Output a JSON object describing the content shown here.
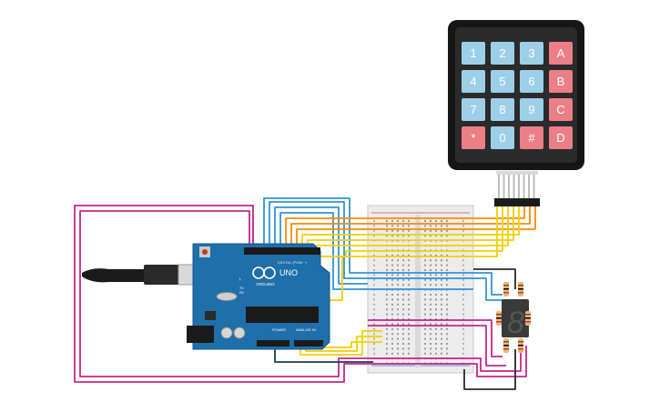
{
  "keypad": {
    "keys": [
      [
        "1",
        "2",
        "3",
        "A"
      ],
      [
        "4",
        "5",
        "6",
        "B"
      ],
      [
        "7",
        "8",
        "9",
        "C"
      ],
      [
        "*",
        "0",
        "#",
        "D"
      ]
    ],
    "colors": {
      "digit": "#9dd0e8",
      "function": "#ec7e86",
      "body": "#2b2b2b",
      "bezel": "#161616"
    }
  },
  "arduino": {
    "logo_text": "UNO",
    "brand_text": "ARDUINO",
    "digital_label": "DIGITAL (PWM ~)",
    "power_label": "POWER",
    "analog_label": "ANALOG IN",
    "tx_label": "TX",
    "rx_label": "RX",
    "l_label": "L",
    "board_color": "#1f6fab"
  },
  "display": {
    "digit_text": "8",
    "color": "#3a3a3a"
  },
  "wire_colors": {
    "magenta": "#c2268f",
    "blue": "#2f93d6",
    "orange": "#ff8a00",
    "yellow": "#f2cf00",
    "navy": "#1d3a5c",
    "dark": "#2a2a2a"
  }
}
